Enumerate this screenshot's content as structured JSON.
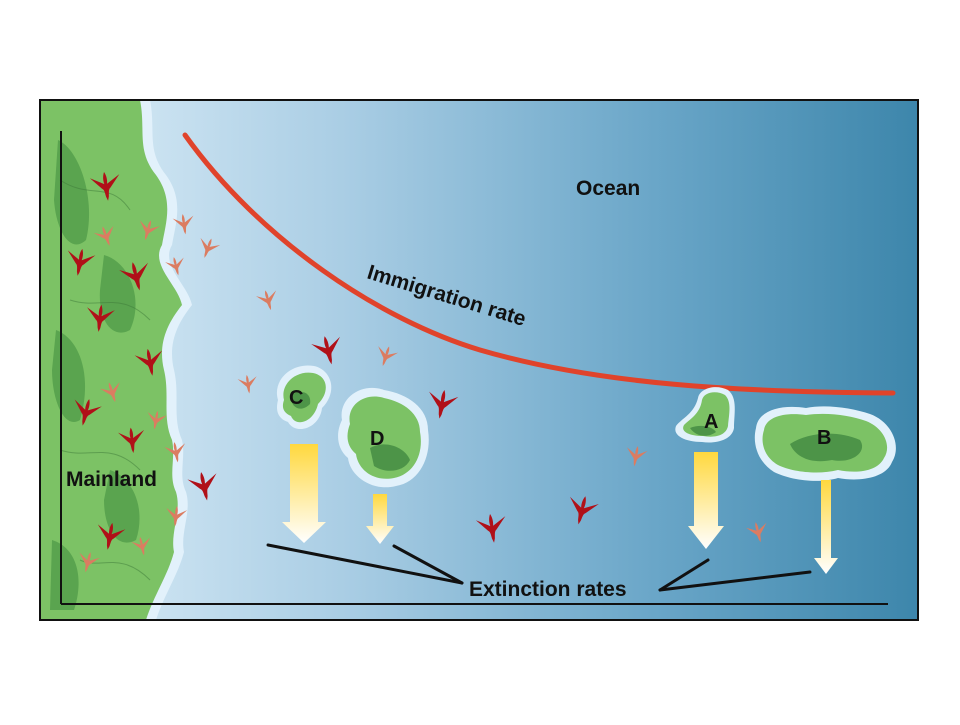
{
  "labels": {
    "ocean": "Ocean",
    "immigration_rate": "Immigration rate",
    "mainland": "Mainland",
    "extinction_rates": "Extinction rates"
  },
  "islands": [
    {
      "letter": "C"
    },
    {
      "letter": "D"
    },
    {
      "letter": "A"
    },
    {
      "letter": "B"
    }
  ],
  "colors": {
    "ocean_light": "#d6e9f5",
    "ocean_dark": "#3d86ab",
    "land_light": "#7cc265",
    "land_dark": "#4d9448",
    "shore": "#e2f1fb",
    "immigration_curve": "#e0432b",
    "bird_dark": "#b01018",
    "bird_light": "#db7c61",
    "arrow_top": "#ffd83e",
    "arrow_bottom": "#ffffff"
  },
  "icons": [
    "bird-icon",
    "extinction-arrow-icon"
  ]
}
